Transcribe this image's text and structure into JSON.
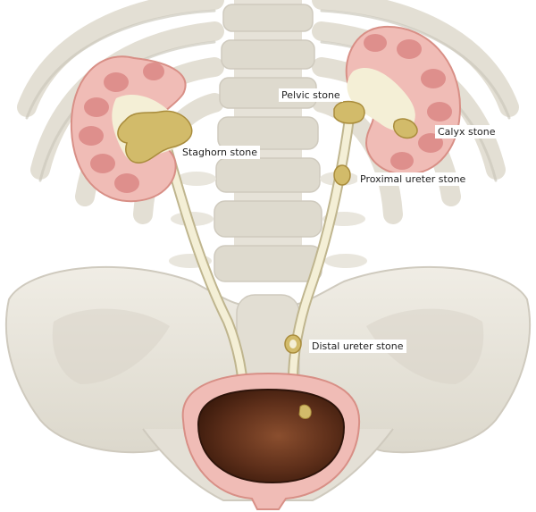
{
  "labels": {
    "pelvic": "Pelvic stone",
    "staghorn": "Staghorn stone",
    "calyx": "Calyx stone",
    "proximal": "Proximal ureter stone",
    "distal": "Distal ureter stone"
  },
  "colors": {
    "bone": "#e9e6dd",
    "bone_shadow": "#d3cfc3",
    "kidney": "#f0bcb6",
    "kidney_edge": "#d88f86",
    "calyx_cup": "#de8f8c",
    "collecting": "#f4efd6",
    "stone": "#d2bb6a",
    "stone_dark": "#a98c3c",
    "ureter": "#f4efd6",
    "bladder_wall": "#f0bcb6",
    "bladder_inner": "#6b3a22"
  }
}
